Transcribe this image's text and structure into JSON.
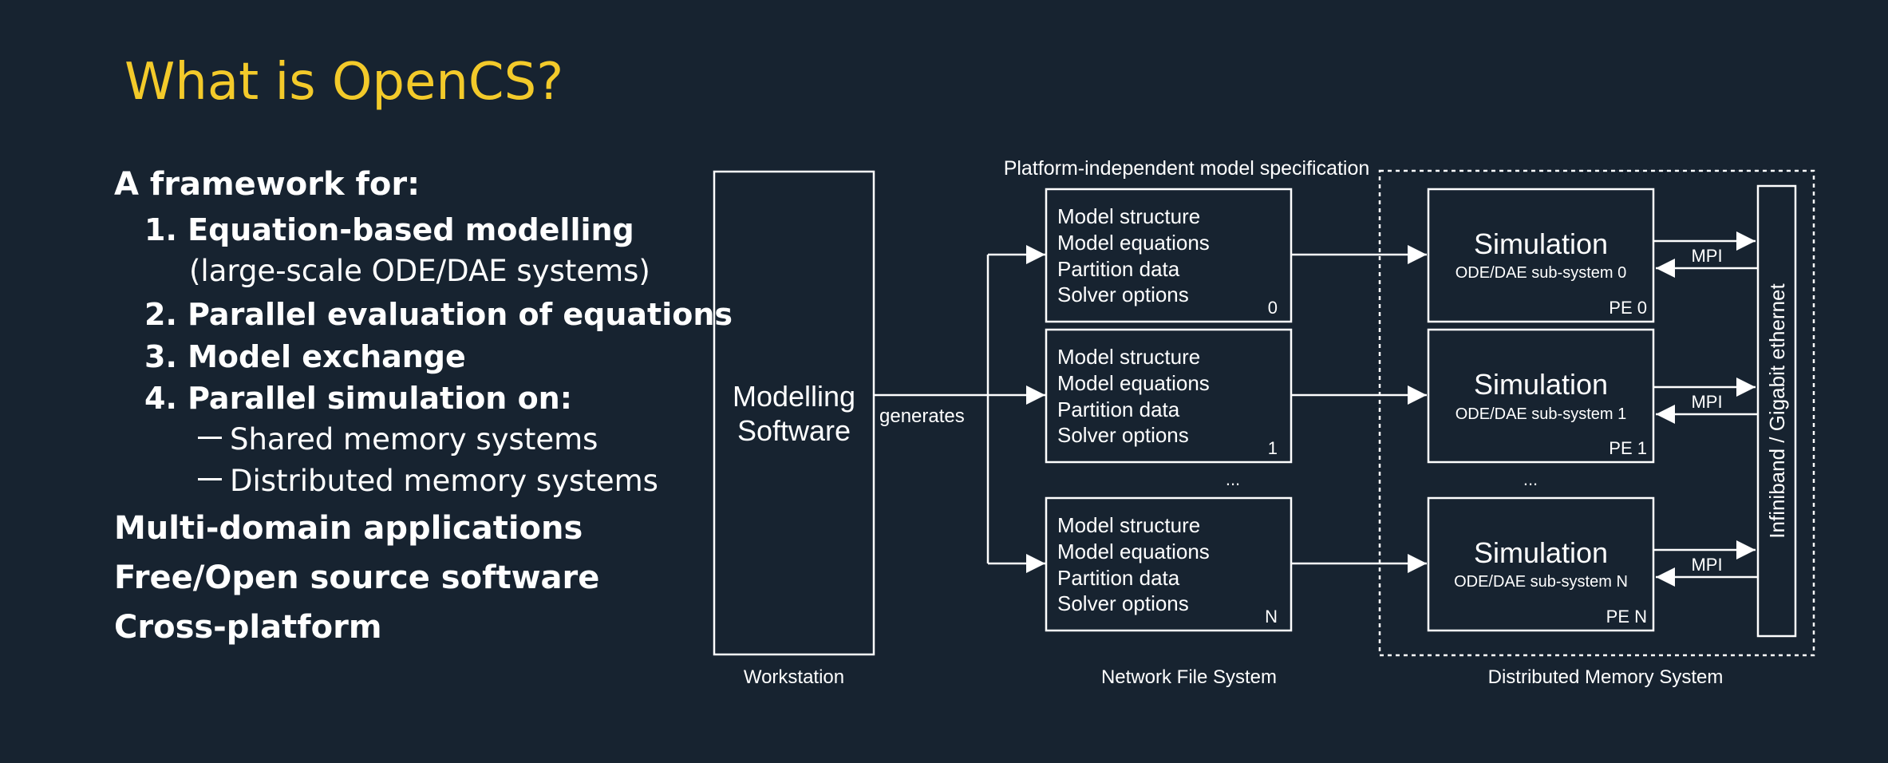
{
  "title": "What is OpenCS?",
  "bullets": {
    "heading": "A framework for:",
    "item1": "1. Equation-based modelling",
    "item1_sub": "(large-scale ODE/DAE systems)",
    "item2": "2. Parallel evaluation of equations",
    "item3": "3. Model exchange",
    "item4": "4. Parallel simulation on:",
    "item4_sub1": "Shared memory systems",
    "item4_sub2": "Distributed memory systems",
    "extra1": "Multi-domain applications",
    "extra2": "Free/Open source software",
    "extra3": "Cross-platform"
  },
  "diagram": {
    "workstation_box_line1": "Modelling",
    "workstation_box_line2": "Software",
    "generates": "generates",
    "workstation_label": "Workstation",
    "spec_label": "Platform-independent model specification",
    "nfs_label": "Network File System",
    "dms_label": "Distributed Memory System",
    "spec_lines": [
      "Model structure",
      "Model equations",
      "Partition data",
      "Solver options"
    ],
    "spec_indices": [
      "0",
      "1",
      "N"
    ],
    "ellipsis": "...",
    "sim_title": "Simulation",
    "sim_subs": [
      "ODE/DAE sub-system 0",
      "ODE/DAE sub-system 1",
      "ODE/DAE sub-system N"
    ],
    "pe_labels": [
      "PE 0",
      "PE 1",
      "PE N"
    ],
    "mpi": "MPI",
    "network": "Infiniband / Gigabit ethernet"
  },
  "colors": {
    "background": "#172330",
    "title": "#f3ca2a",
    "foreground": "#ffffff"
  }
}
